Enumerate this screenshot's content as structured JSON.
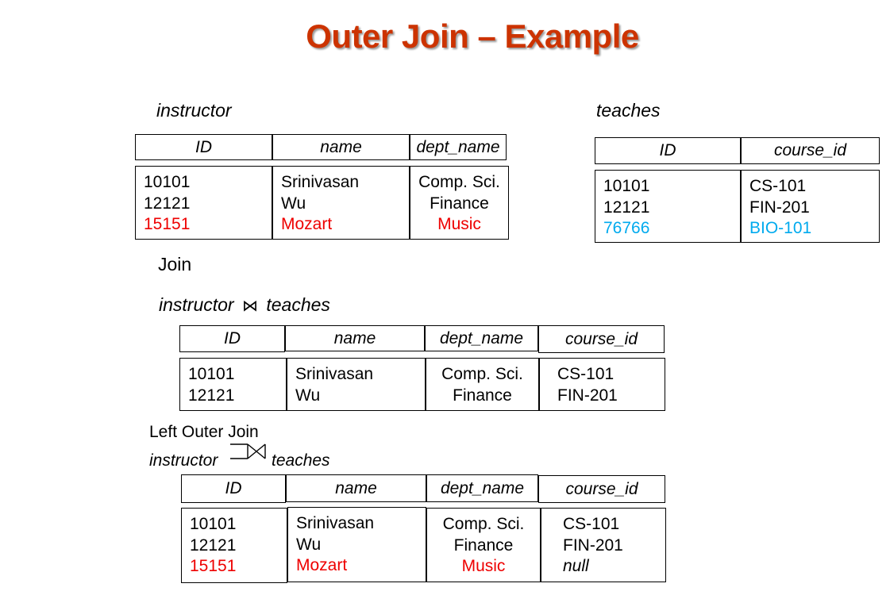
{
  "title": "Outer Join – Example",
  "colors": {
    "title": "#cc3300",
    "unmatched_left": "#ee0000",
    "unmatched_right": "#00aaee"
  },
  "instructor": {
    "label": "instructor",
    "headers": [
      "ID",
      "name",
      "dept_name"
    ],
    "rows": [
      [
        "10101",
        "Srinivasan",
        "Comp. Sci."
      ],
      [
        "12121",
        "Wu",
        "Finance"
      ],
      [
        "15151",
        "Mozart",
        "Music"
      ]
    ]
  },
  "teaches": {
    "label": "teaches",
    "headers": [
      "ID",
      "course_id"
    ],
    "rows": [
      [
        "10101",
        "CS-101"
      ],
      [
        "12121",
        "FIN-201"
      ],
      [
        "76766",
        "BIO-101"
      ]
    ]
  },
  "join": {
    "heading": "Join",
    "expr_left": "instructor",
    "expr_op": "⋈",
    "expr_right": "teaches",
    "headers": [
      "ID",
      "name",
      "dept_name",
      "course_id"
    ],
    "rows": [
      [
        "10101",
        "Srinivasan",
        "Comp. Sci.",
        "CS-101"
      ],
      [
        "12121",
        "Wu",
        "Finance",
        "FIN-201"
      ]
    ]
  },
  "left_outer": {
    "heading": "Left Outer Join",
    "expr_left": "instructor",
    "expr_right": "teaches",
    "headers": [
      "ID",
      "name",
      "dept_name",
      "course_id"
    ],
    "rows": [
      [
        "10101",
        "Srinivasan",
        "Comp. Sci.",
        "CS-101"
      ],
      [
        "12121",
        "Wu",
        "Finance",
        "FIN-201"
      ],
      [
        "15151",
        "Mozart",
        "Music",
        "null"
      ]
    ]
  }
}
